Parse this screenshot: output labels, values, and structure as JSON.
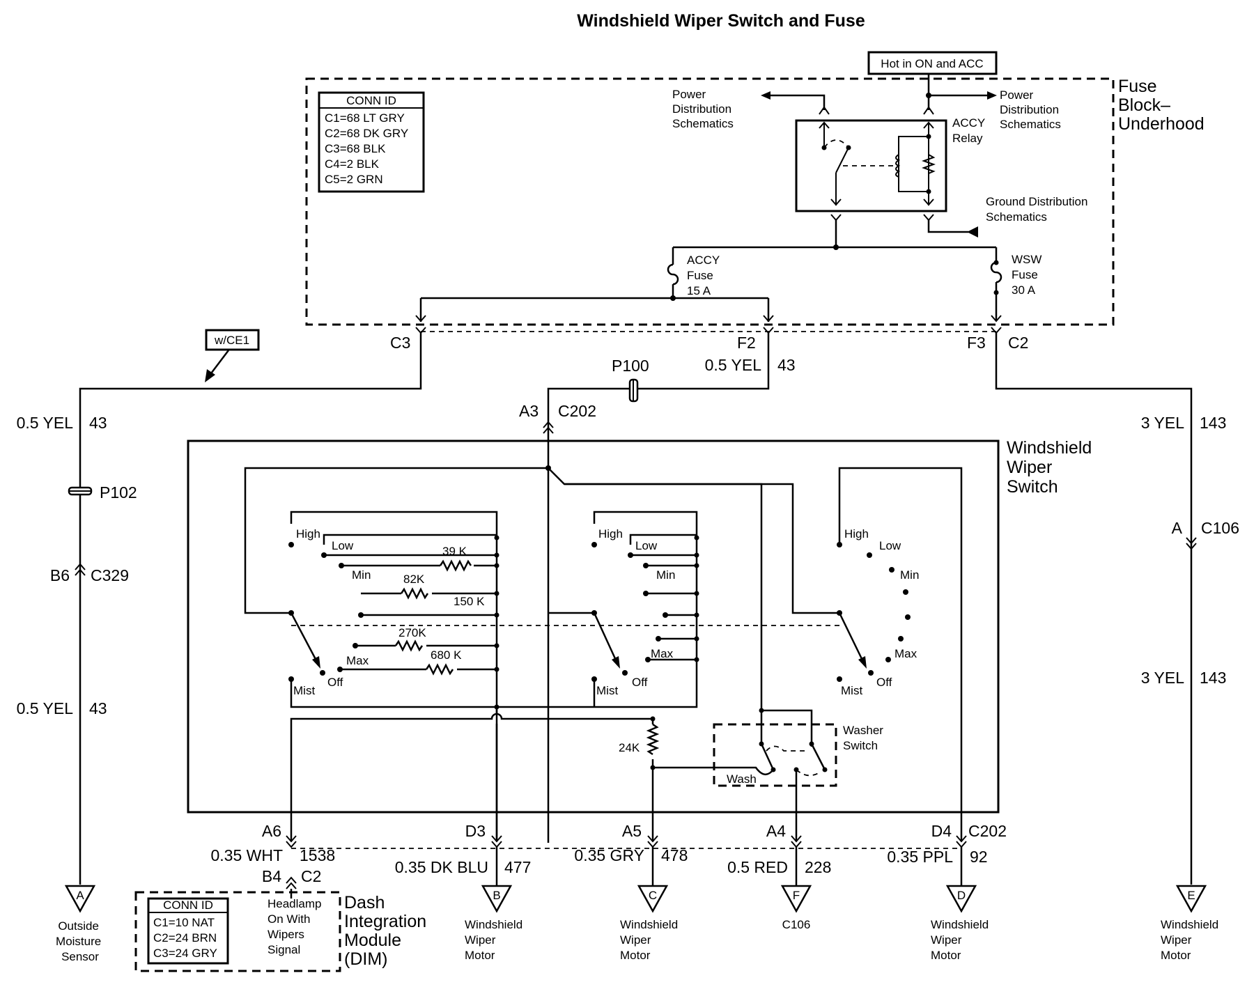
{
  "title": "Windshield Wiper Switch and Fuse",
  "hot_label": "Hot in ON and ACC",
  "fuse_block": {
    "name_lines": [
      "Fuse",
      "Block–",
      "Underhood"
    ],
    "conn_title": "CONN ID",
    "conn_lines": [
      "C1=68 LT GRY",
      "C2=68 DK GRY",
      "C3=68 BLK",
      "C4=2 BLK",
      "C5=2 GRN"
    ],
    "pd_left_lines": [
      "Power",
      "Distribution",
      "Schematics"
    ],
    "pd_right_lines": [
      "Power",
      "Distribution",
      "Schematics"
    ],
    "relay_lines": [
      "ACCY",
      "Relay"
    ],
    "ground_lines": [
      "Ground Distribution",
      "Schematics"
    ],
    "accy_fuse_lines": [
      "ACCY",
      "Fuse",
      "15 A"
    ],
    "wsw_fuse_lines": [
      "WSW",
      "Fuse",
      "30 A"
    ]
  },
  "connectors": {
    "c3": "C3",
    "f2": "F2",
    "f3": "F3",
    "c2": "C2",
    "p100": "P100",
    "f2_wire": "0.5 YEL",
    "f2_circuit": "43",
    "a3": "A3",
    "c202_top": "C202",
    "option": "w/CE1",
    "left_wire_top": "0.5 YEL",
    "left_circuit_top": "43",
    "p102": "P102",
    "b6": "B6",
    "c329": "C329",
    "left_wire_bot": "0.5 YEL",
    "left_circuit_bot": "43",
    "right_wire_top": "3 YEL",
    "right_circuit_top": "143",
    "right_a": "A",
    "c106": "C106",
    "right_wire_bot": "3 YEL",
    "right_circuit_bot": "143"
  },
  "switch": {
    "name_lines": [
      "Windshield",
      "Wiper",
      "Switch"
    ],
    "group1": {
      "high": "High",
      "low": "Low",
      "min": "Min",
      "max": "Max",
      "mist": "Mist",
      "off": "Off"
    },
    "resistors": {
      "r39": "39 K",
      "r82": "82K",
      "r150": "150 K",
      "r270": "270K",
      "r680": "680 K",
      "r24": "24K"
    },
    "group2": {
      "high": "High",
      "low": "Low",
      "min": "Min",
      "max": "Max",
      "mist": "Mist",
      "off": "Off"
    },
    "group3": {
      "high": "High",
      "low": "Low",
      "min": "Min",
      "max": "Max",
      "mist": "Mist",
      "off": "Off"
    },
    "washer_lines": [
      "Washer",
      "Switch"
    ],
    "wash": "Wash"
  },
  "bottom": {
    "a6": "A6",
    "d3": "D3",
    "a5": "A5",
    "a4": "A4",
    "d4": "D4",
    "c202": "C202",
    "wires": [
      {
        "gauge": "0.35 WHT",
        "circuit": "1538"
      },
      {
        "gauge": "0.35 DK BLU",
        "circuit": "477"
      },
      {
        "gauge": "0.35 GRY",
        "circuit": "478"
      },
      {
        "gauge": "0.5 RED",
        "circuit": "228"
      },
      {
        "gauge": "0.35 PPL",
        "circuit": "92"
      }
    ],
    "b4": "B4",
    "c2": "C2",
    "destinations": [
      {
        "letter": "A",
        "lines": [
          "Outside",
          "Moisture",
          "Sensor"
        ]
      },
      {
        "letter": "B",
        "lines": [
          "Windshield",
          "Wiper",
          "Motor"
        ]
      },
      {
        "letter": "C",
        "lines": [
          "Windshield",
          "Wiper",
          "Motor"
        ]
      },
      {
        "letter": "F",
        "lines": [
          "C106"
        ]
      },
      {
        "letter": "D",
        "lines": [
          "Windshield",
          "Wiper",
          "Motor"
        ]
      },
      {
        "letter": "E",
        "lines": [
          "Windshield",
          "Wiper",
          "Motor"
        ]
      }
    ]
  },
  "dim": {
    "name_lines": [
      "Dash",
      "Integration",
      "Module",
      "(DIM)"
    ],
    "conn_title": "CONN ID",
    "conn_lines": [
      "C1=10 NAT",
      "C2=24 BRN",
      "C3=24 GRY"
    ],
    "signal_lines": [
      "Headlamp",
      "On With",
      "Wipers",
      "Signal"
    ]
  }
}
